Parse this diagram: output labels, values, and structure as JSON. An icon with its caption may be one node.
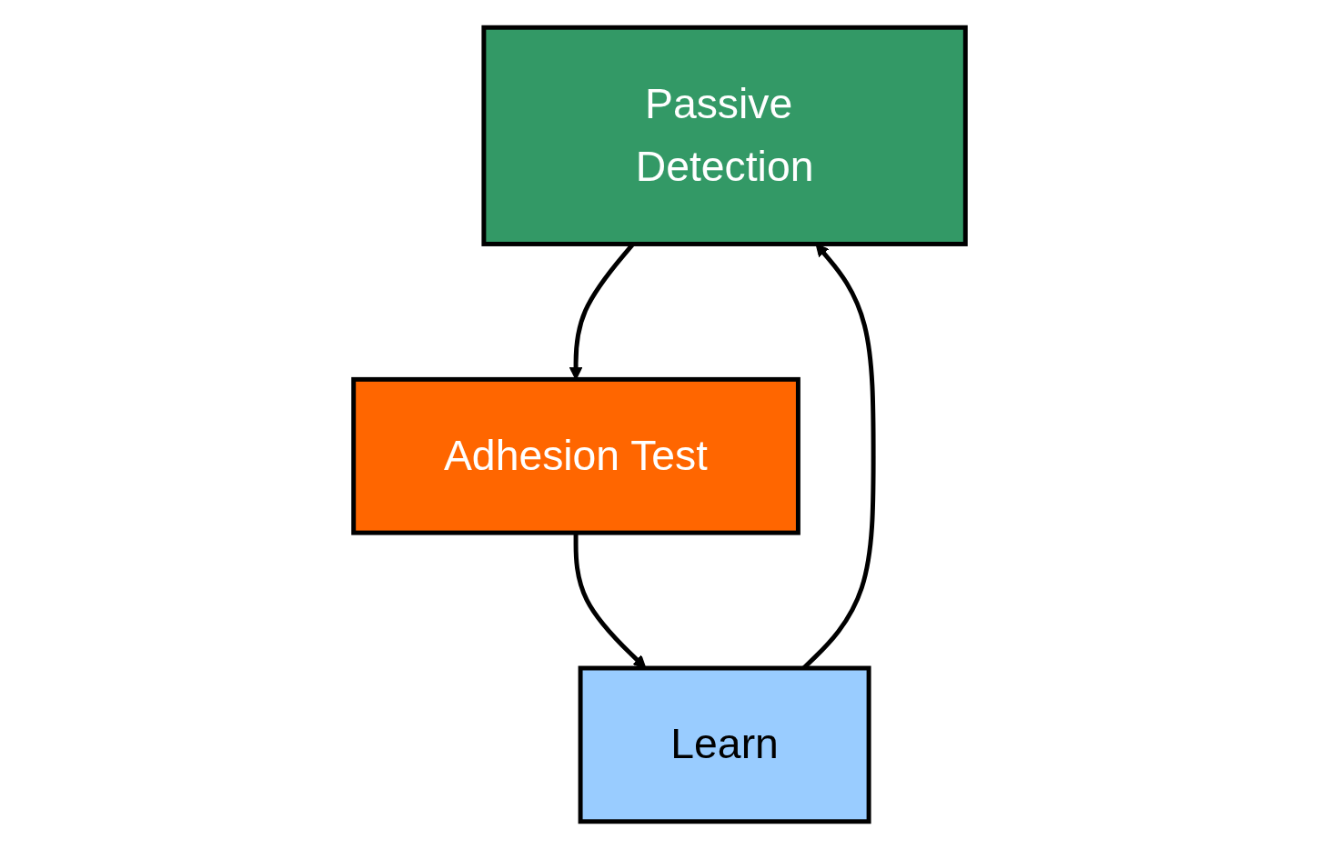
{
  "diagram": {
    "nodes": [
      {
        "text": [
          "Passive Detection"
        ]
      },
      {
        "text": [
          "Adhesion Test"
        ]
      },
      {
        "text": [
          "Learn"
        ]
      }
    ],
    "edges": [
      {
        "from": 0,
        "to": 1,
        "arrow": "to"
      },
      {
        "from": 1,
        "to": 2,
        "arrow": "to"
      },
      {
        "from": 2,
        "to": 0,
        "arrow": "to"
      }
    ]
  }
}
